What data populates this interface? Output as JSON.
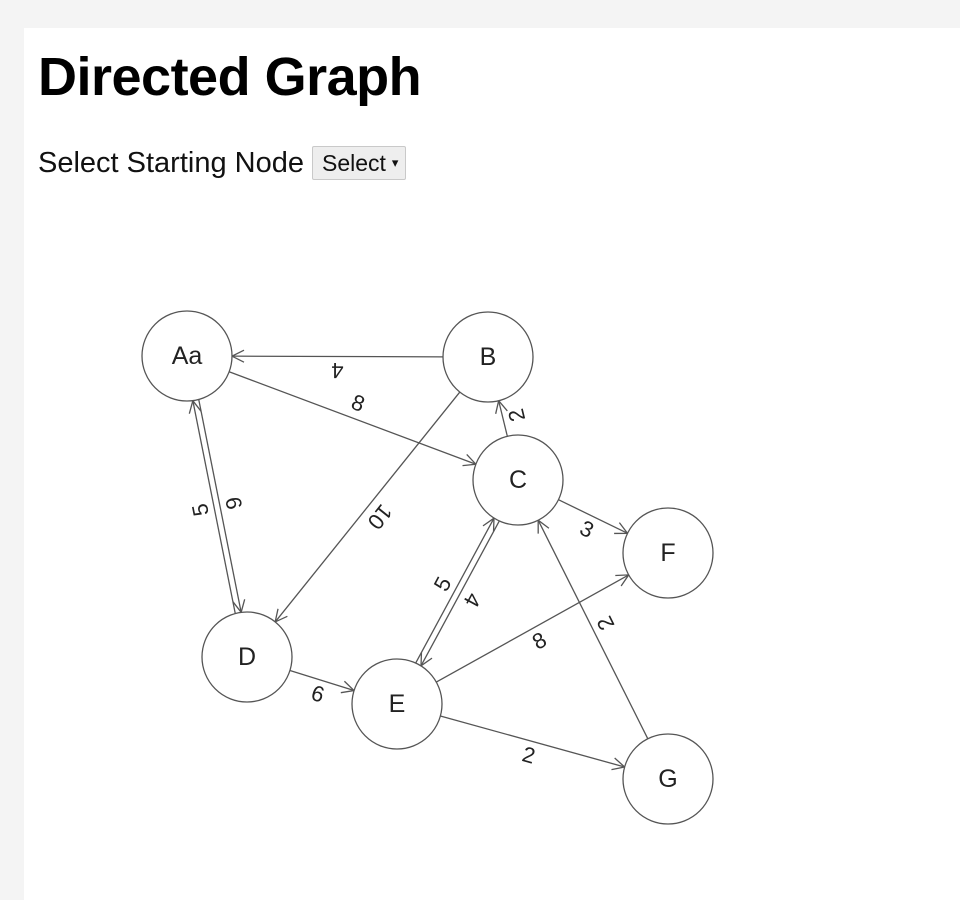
{
  "title": "Directed Graph",
  "controls": {
    "label": "Select Starting Node",
    "select_label": "Select",
    "caret": "▾"
  },
  "graph": {
    "nodes": [
      {
        "id": "Aa",
        "label": "Aa"
      },
      {
        "id": "B",
        "label": "B"
      },
      {
        "id": "C",
        "label": "C"
      },
      {
        "id": "D",
        "label": "D"
      },
      {
        "id": "E",
        "label": "E"
      },
      {
        "id": "F",
        "label": "F"
      },
      {
        "id": "G",
        "label": "G"
      }
    ],
    "edges": [
      {
        "from": "B",
        "to": "Aa",
        "weight": "4"
      },
      {
        "from": "Aa",
        "to": "C",
        "weight": "8"
      },
      {
        "from": "Aa",
        "to": "D",
        "weight": "6"
      },
      {
        "from": "D",
        "to": "Aa",
        "weight": "5"
      },
      {
        "from": "B",
        "to": "D",
        "weight": "10"
      },
      {
        "from": "C",
        "to": "B",
        "weight": "2"
      },
      {
        "from": "C",
        "to": "F",
        "weight": "3"
      },
      {
        "from": "C",
        "to": "E",
        "weight": "4"
      },
      {
        "from": "E",
        "to": "C",
        "weight": "5"
      },
      {
        "from": "G",
        "to": "C",
        "weight": "2"
      },
      {
        "from": "D",
        "to": "E",
        "weight": "6"
      },
      {
        "from": "E",
        "to": "F",
        "weight": "8"
      },
      {
        "from": "E",
        "to": "G",
        "weight": "2"
      }
    ]
  }
}
